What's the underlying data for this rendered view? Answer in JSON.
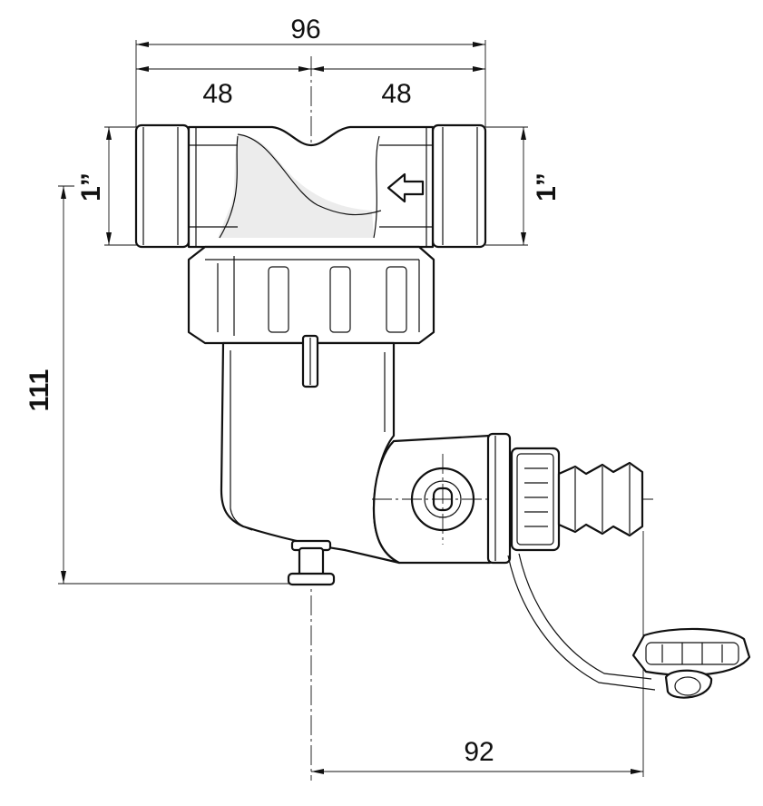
{
  "dimensions": {
    "overall_width": "96",
    "left_half": "48",
    "right_half": "48",
    "thread_left": "1”",
    "thread_right": "1”",
    "height": "111",
    "outlet_offset": "92"
  },
  "icons": {
    "flow_arrow": "arrow-left-icon"
  }
}
